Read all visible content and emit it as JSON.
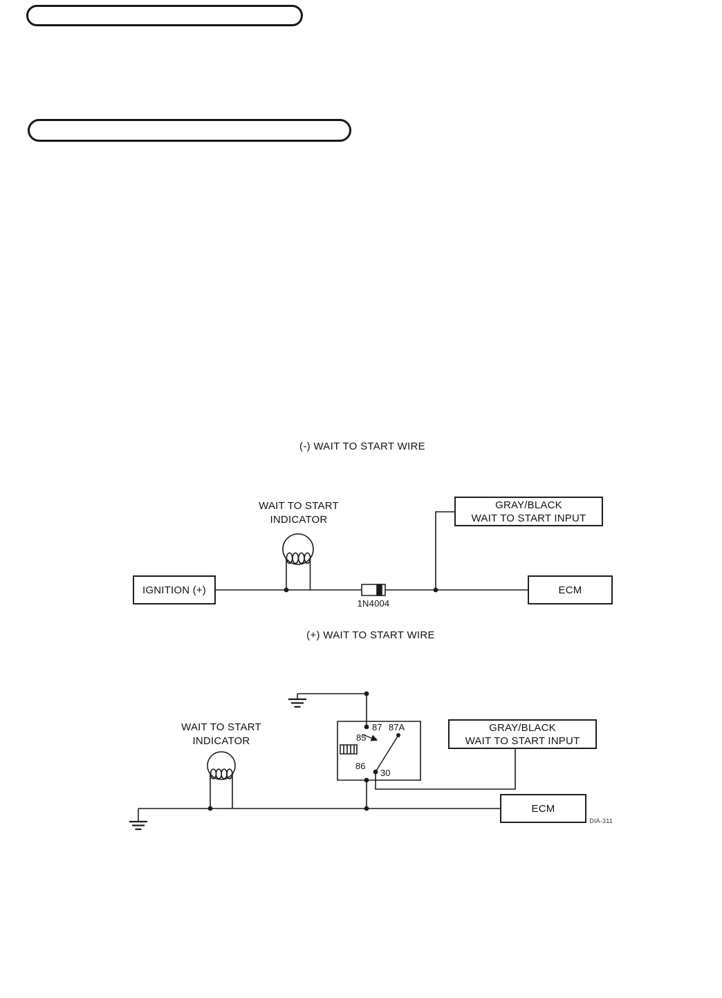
{
  "diagram1": {
    "title": "(-) WAIT TO START WIRE",
    "indicator_line1": "WAIT TO START",
    "indicator_line2": "INDICATOR",
    "ignition_label": "IGNITION (+)",
    "input_line1": "GRAY/BLACK",
    "input_line2": "WAIT TO START INPUT",
    "ecm_label": "ECM",
    "diode_label": "1N4004"
  },
  "diagram2": {
    "title": "(+) WAIT TO START WIRE",
    "indicator_line1": "WAIT TO START",
    "indicator_line2": "INDICATOR",
    "input_line1": "GRAY/BLACK",
    "input_line2": "WAIT TO START INPUT",
    "ecm_label": "ECM",
    "figure_id": "DIA-311",
    "relay": {
      "p87": "87",
      "p87a": "87A",
      "p85": "85",
      "p86": "86",
      "p30": "30"
    }
  }
}
